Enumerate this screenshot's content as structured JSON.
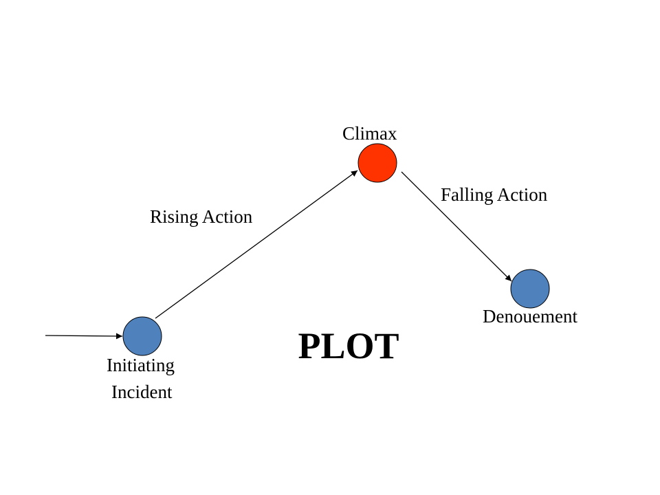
{
  "title": "PLOT",
  "nodes": {
    "initiating": {
      "label_line1": "Initiating",
      "label_line2": "Incident",
      "color": "#4f81bd"
    },
    "climax": {
      "label": "Climax",
      "color": "#ff3300"
    },
    "denouement": {
      "label": "Denouement",
      "color": "#4f81bd"
    }
  },
  "edges": {
    "rising": {
      "label": "Rising Action"
    },
    "falling": {
      "label": "Falling Action"
    }
  },
  "colors": {
    "line": "#000000",
    "node_stroke": "#000000"
  }
}
